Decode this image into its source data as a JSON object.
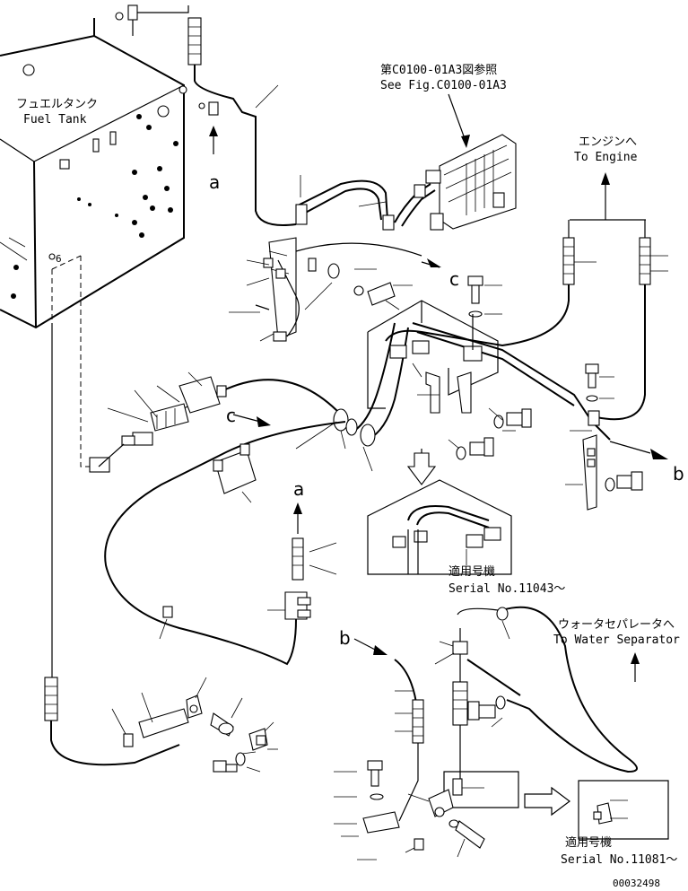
{
  "labels": {
    "fuel_tank_jp": "フュエルタンク",
    "fuel_tank_en": "Fuel Tank",
    "ref_jp": "第C0100-01A3図参照",
    "ref_en": "See Fig.C0100-01A3",
    "to_engine_jp": "エンジンへ",
    "to_engine_en": "To Engine",
    "to_water_sep_jp": "ウォータセパレータへ",
    "to_water_sep_en": "To Water Separator",
    "serial_jp_1": "適用号機",
    "serial_en_1": "Serial No.11043～",
    "serial_jp_2": "適用号機",
    "serial_en_2": "Serial No.11081～",
    "drawing_no": "00032498"
  },
  "markers": {
    "a": "a",
    "b": "b",
    "c": "c"
  }
}
